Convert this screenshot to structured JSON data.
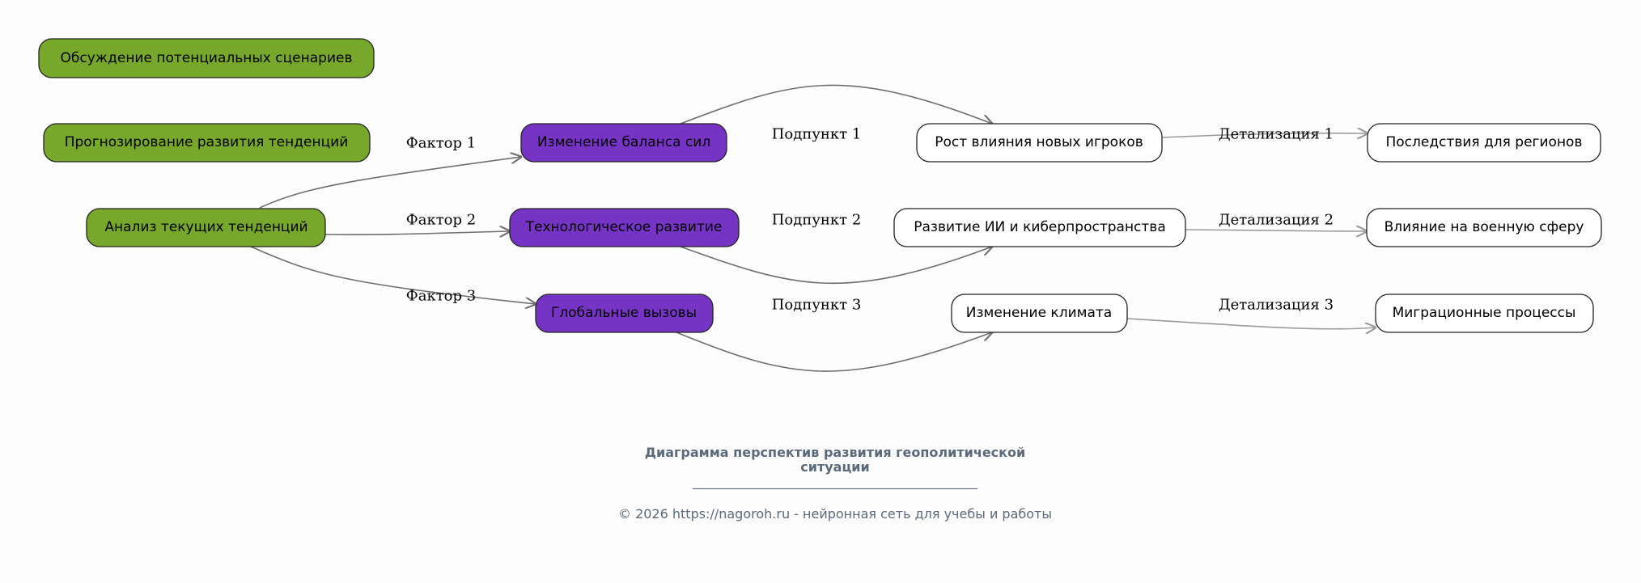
{
  "colors": {
    "green": "#77a82b",
    "purple": "#7634c4",
    "white": "#ffffff",
    "edge": "#6e6e6e",
    "edge_light": "#9a9a9a",
    "footer": "#5a6a7c"
  },
  "nodes": {
    "scenarios": "Обсуждение потенциальных сценариев",
    "forecast": "Прогнозирование развития тенденций",
    "analysis": "Анализ текущих тенденций",
    "balance": "Изменение баланса сил",
    "tech": "Технологическое развитие",
    "global": "Глобальные вызовы",
    "new_players": "Рост влияния новых игроков",
    "ai": "Развитие ИИ и киберпространства",
    "climate": "Изменение климата",
    "regions": "Последствия для регионов",
    "military": "Влияние на военную сферу",
    "migration": "Миграционные процессы"
  },
  "edge_labels": {
    "factor1": "Фактор 1",
    "factor2": "Фактор 2",
    "factor3": "Фактор 3",
    "sub1": "Подпункт 1",
    "sub2": "Подпункт 2",
    "sub3": "Подпункт 3",
    "det1": "Детализация 1",
    "det2": "Детализация 2",
    "det3": "Детализация 3"
  },
  "footer": {
    "title_line1": "Диаграмма перспектив развития геополитической",
    "title_line2": "ситуации",
    "divider": "____________________________________________",
    "copyright": "© 2026 https://nagoroh.ru - нейронная сеть для учебы и работы"
  }
}
